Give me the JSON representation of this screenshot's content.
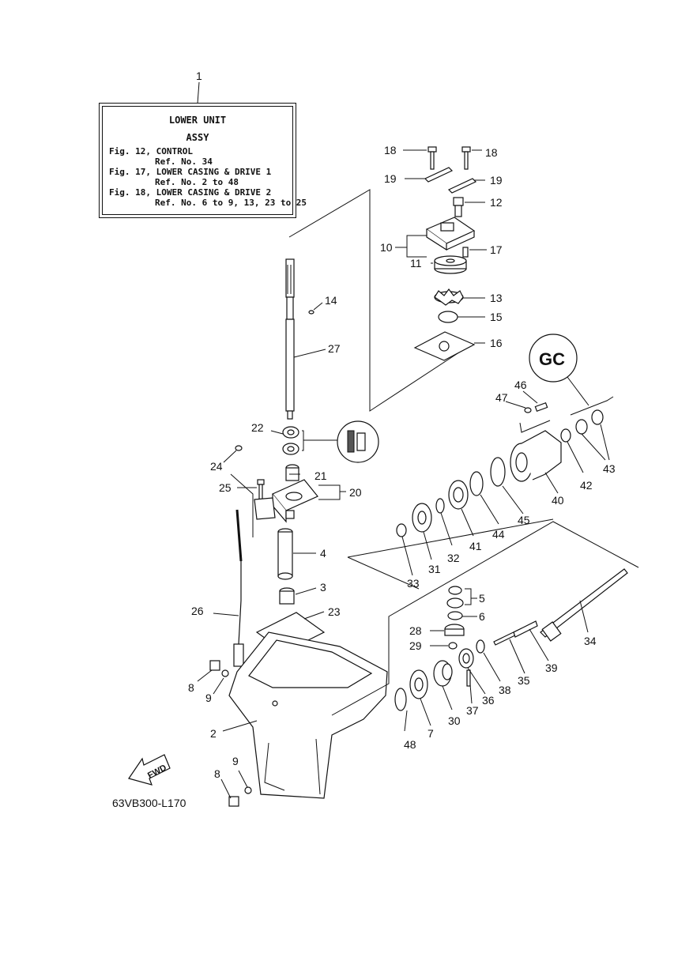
{
  "assembly_box": {
    "title1": "LOWER UNIT",
    "title2": "ASSY",
    "refs": [
      {
        "fig": "Fig. 12, CONTROL",
        "ref": "Ref. No. 34"
      },
      {
        "fig": "Fig. 17, LOWER CASING & DRIVE 1",
        "ref": "Ref. No. 2 to 48"
      },
      {
        "fig": "Fig. 18, LOWER CASING & DRIVE 2",
        "ref": "Ref. No. 6 to 9, 13, 23 to 25"
      }
    ]
  },
  "drawing_code": "63VB300-L170",
  "fwd_label": "FWD",
  "gc_label": "GC",
  "callouts": {
    "c1": "1",
    "c2": "2",
    "c3": "3",
    "c4": "4",
    "c5": "5",
    "c6": "6",
    "c7": "7",
    "c8a": "8",
    "c8b": "8",
    "c9a": "9",
    "c9b": "9",
    "c10": "10",
    "c11": "11",
    "c12": "12",
    "c13": "13",
    "c14": "14",
    "c15": "15",
    "c16": "16",
    "c17": "17",
    "c18a": "18",
    "c18b": "18",
    "c19a": "19",
    "c19b": "19",
    "c20": "20",
    "c21": "21",
    "c22": "22",
    "c23": "23",
    "c24": "24",
    "c25": "25",
    "c26": "26",
    "c27": "27",
    "c28": "28",
    "c29": "29",
    "c30": "30",
    "c31": "31",
    "c32": "32",
    "c33": "33",
    "c34": "34",
    "c35": "35",
    "c36": "36",
    "c37": "37",
    "c38": "38",
    "c39": "39",
    "c40": "40",
    "c41": "41",
    "c42": "42",
    "c43": "43",
    "c44": "44",
    "c45": "45",
    "c46": "46",
    "c47": "47",
    "c48": "48"
  }
}
